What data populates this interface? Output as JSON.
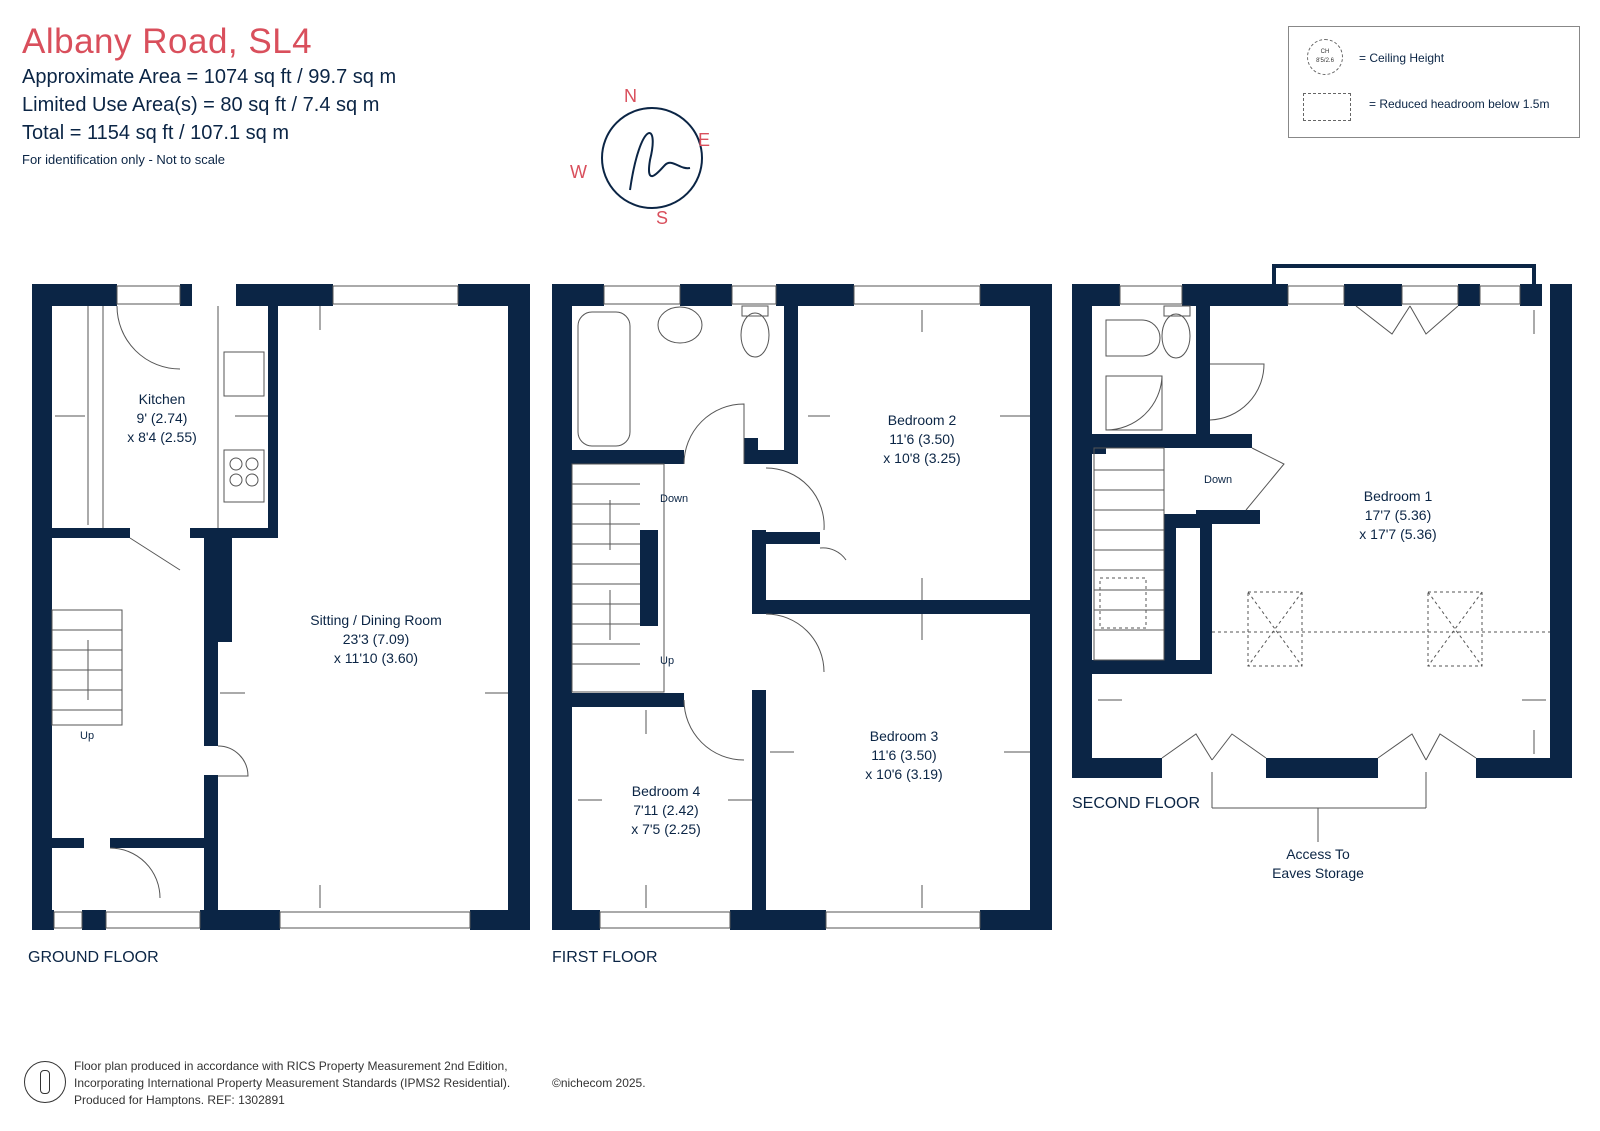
{
  "header": {
    "title": "Albany Road, SL4",
    "approx_area": "Approximate Area = 1074 sq ft / 99.7 sq m",
    "limited_area": "Limited Use Area(s) = 80 sq ft / 7.4 sq m",
    "total": "Total = 1154 sq ft / 107.1 sq m",
    "note": "For identification only - Not to scale"
  },
  "compass": {
    "n": "N",
    "e": "E",
    "s": "S",
    "w": "W",
    "logo": "h",
    "color": "#d94f5c"
  },
  "legend": {
    "ch_symbol_top": "CH",
    "ch_symbol_bottom": "8'5/2.6",
    "ceiling_height": "= Ceiling Height",
    "reduced_headroom": "= Reduced headroom below 1.5m"
  },
  "floors": {
    "ground": {
      "label": "GROUND FLOOR",
      "kitchen": {
        "name": "Kitchen",
        "dim1": "9' (2.74)",
        "dim2": "x 8'4 (2.55)"
      },
      "sitting": {
        "name": "Sitting / Dining Room",
        "dim1": "23'3 (7.09)",
        "dim2": "x 11'10 (3.60)"
      },
      "stairs_up": "Up"
    },
    "first": {
      "label": "FIRST FLOOR",
      "bed2": {
        "name": "Bedroom 2",
        "dim1": "11'6 (3.50)",
        "dim2": "x 10'8 (3.25)"
      },
      "bed3": {
        "name": "Bedroom 3",
        "dim1": "11'6 (3.50)",
        "dim2": "x 10'6 (3.19)"
      },
      "bed4": {
        "name": "Bedroom 4",
        "dim1": "7'11 (2.42)",
        "dim2": "x 7'5 (2.25)"
      },
      "stairs_down": "Down",
      "stairs_up": "Up"
    },
    "second": {
      "label": "SECOND FLOOR",
      "bed1": {
        "name": "Bedroom 1",
        "dim1": "17'7 (5.36)",
        "dim2": "x 17'7 (5.36)"
      },
      "stairs_down": "Down",
      "eaves_1": "Access To",
      "eaves_2": "Eaves Storage"
    }
  },
  "footer": {
    "line1": "Floor plan produced in accordance with RICS Property Measurement 2nd Edition,",
    "line2": "Incorporating International Property Measurement Standards (IPMS2 Residential).",
    "line3": "Produced for Hamptons.   REF: 1302891",
    "brand": "©nichecom 2025."
  },
  "colors": {
    "wall": "#0b2545",
    "accent": "#d94f5c"
  }
}
